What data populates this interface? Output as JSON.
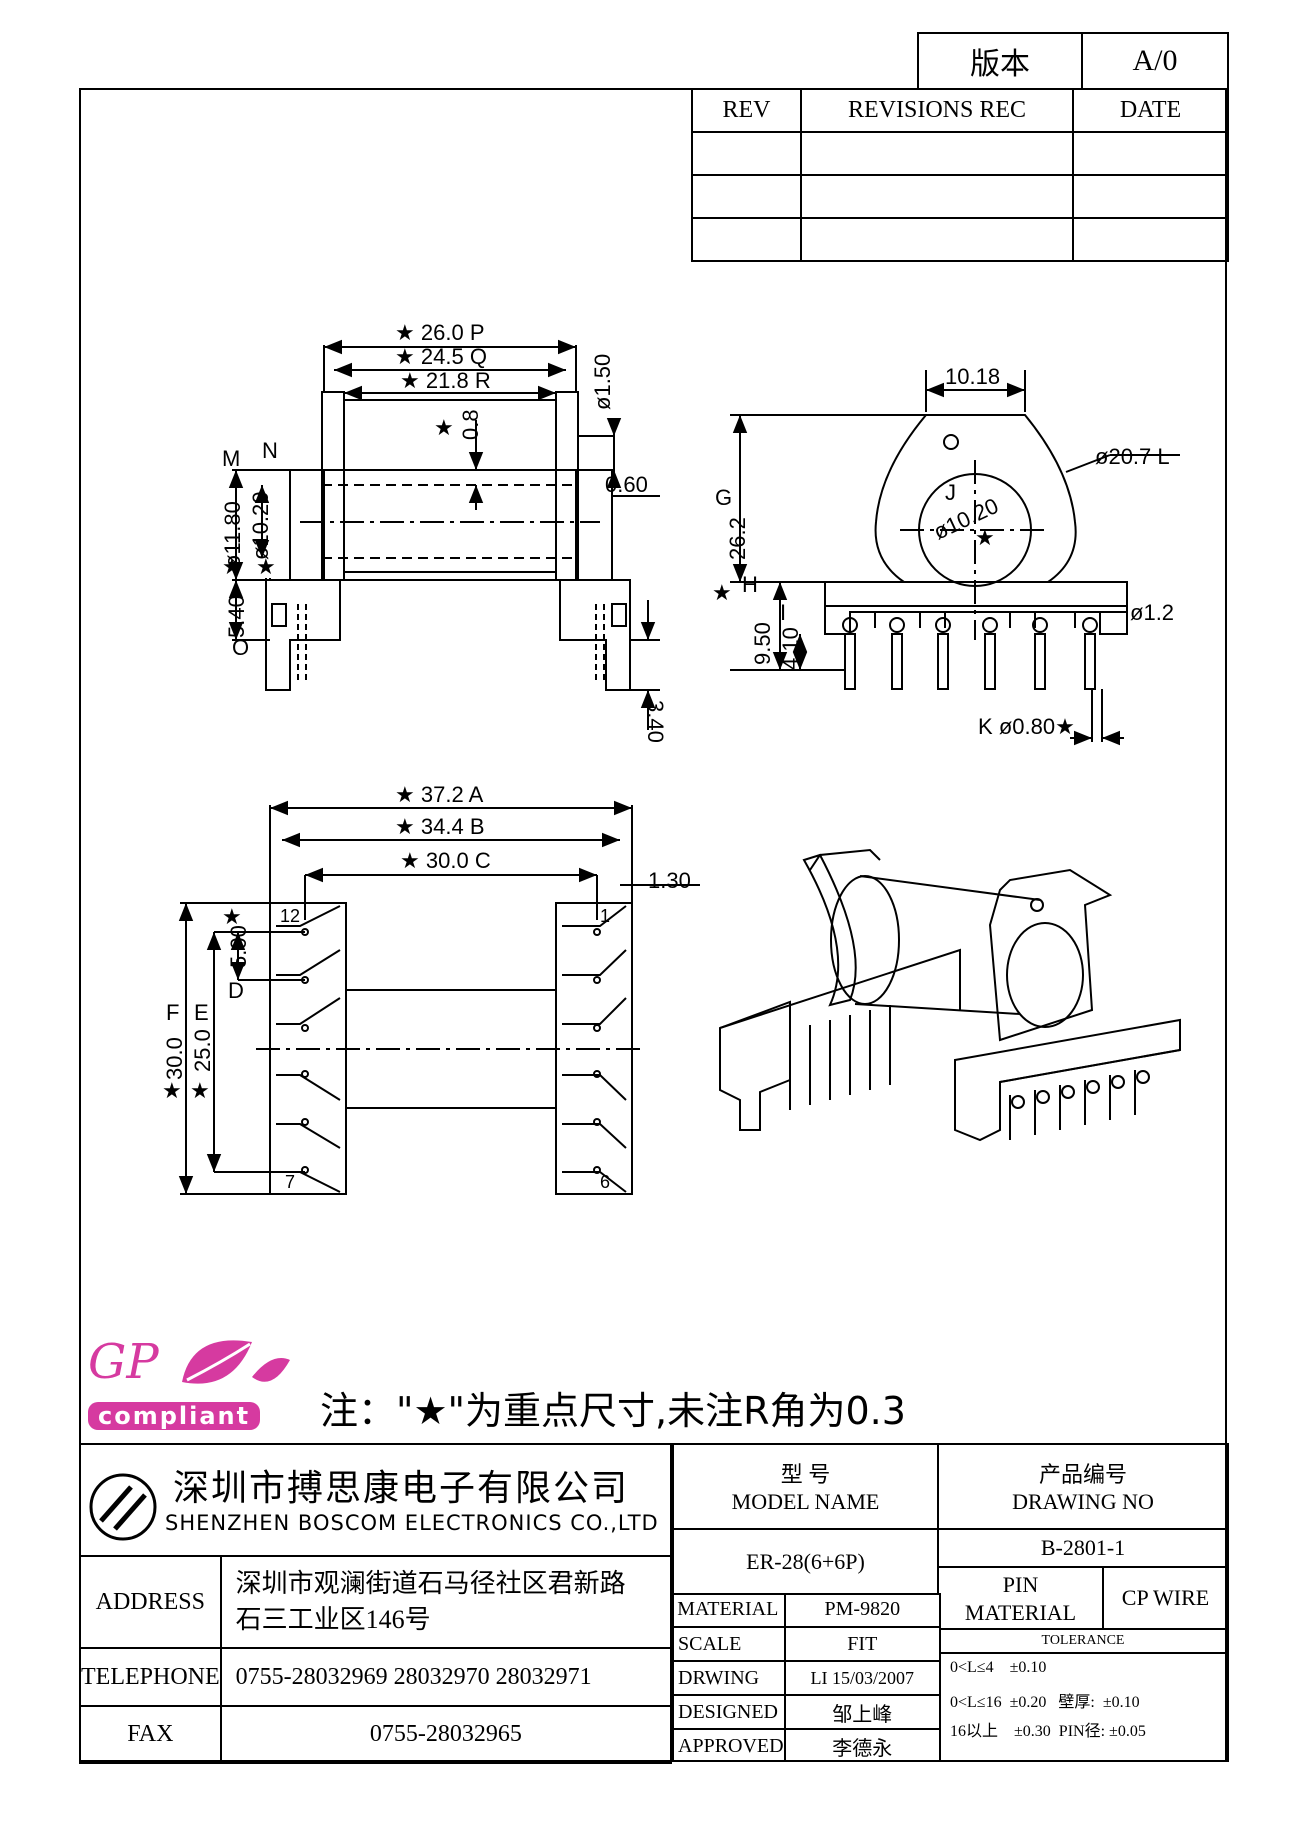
{
  "version_block": {
    "label": "版本",
    "value": "A/0"
  },
  "revision_table": {
    "headers": [
      "REV",
      "REVISIONS REC",
      "DATE"
    ]
  },
  "dims_top_left": {
    "d_p": "26.0",
    "d_q": "24.5",
    "d_r": "21.8",
    "d_150": "1.50",
    "d_08": "0.8",
    "d_060": "0.60",
    "d_m": "11.80",
    "d_n": "10.20",
    "d_o": "5.40",
    "d_340": "3.40",
    "phi": "ø",
    "tag_p": "P",
    "tag_q": "Q",
    "tag_r": "R",
    "tag_m": "M",
    "tag_n": "N",
    "tag_o": "O"
  },
  "dims_top_right": {
    "d_1018": "10.18",
    "d_l": "20.7",
    "d_j": "10.20",
    "d_g": "26.2",
    "d_h": "9.50",
    "d_i": "4.10",
    "d_12": "1.2",
    "d_k": "0.80",
    "tag_l": "L",
    "tag_j": "J",
    "tag_g": "G",
    "tag_h": "H",
    "tag_i": "I",
    "tag_k": "K"
  },
  "dims_bottom_left": {
    "d_a": "37.2",
    "d_b": "34.4",
    "d_c": "30.0",
    "d_130": "1.30",
    "d_d": "5.00",
    "d_f": "30.0",
    "d_e": "25.0",
    "pin_12": "12",
    "pin_1": "1",
    "pin_7": "7",
    "pin_6": "6",
    "tag_a": "A",
    "tag_b": "B",
    "tag_c": "C",
    "tag_d": "D",
    "tag_e": "E",
    "tag_f": "F"
  },
  "star_glyph": "★",
  "note": "注：\"★\"为重点尺寸,未注R角为0.3",
  "logo": {
    "gp": "GP",
    "compliant": "compliant"
  },
  "company": {
    "name_cn": "深圳市搏思康电子有限公司",
    "name_en": "SHENZHEN BOSCOM ELECTRONICS CO.,LTD",
    "address_label": "ADDRESS",
    "address_line1": "深圳市观澜街道石马径社区君新路",
    "address_line2": "石三工业区146号",
    "telephone_label": "TELEPHONE",
    "telephone": "0755-28032969 28032970 28032971",
    "fax_label": "FAX",
    "fax": "0755-28032965"
  },
  "title_block": {
    "model_cn": "型    号",
    "model_en": "MODEL NAME",
    "model_value": "ER-28(6+6P)",
    "drawing_cn": "产品编号",
    "drawing_en": "DRAWING NO",
    "drawing_value": "B-2801-1",
    "material_label": "MATERIAL",
    "material_value": "PM-9820",
    "scale_label": "SCALE",
    "scale_value": "FIT",
    "drwing_label": "DRWING",
    "drwing_value": "LI 15/03/2007",
    "designed_label": "DESIGNED",
    "designed_value": "邹上峰",
    "approved_label": "APPROVED",
    "approved_value": "李德永",
    "pin_material_1": "PIN",
    "pin_material_2": "MATERIAL",
    "pin_material_value": "CP WIRE",
    "tolerance_label": "TOLERANCE",
    "tol_row1_range": "0<L≤4",
    "tol_row1_val": "±0.10",
    "tol_row2_range": "0<L≤16",
    "tol_row2_val": "±0.20",
    "tol_row2_extra_label": "壁厚:",
    "tol_row2_extra_val": "±0.10",
    "tol_row3_range": "16以上",
    "tol_row3_val": "±0.30",
    "tol_row3_extra_label": "PIN径:",
    "tol_row3_extra_val": "±0.05"
  }
}
